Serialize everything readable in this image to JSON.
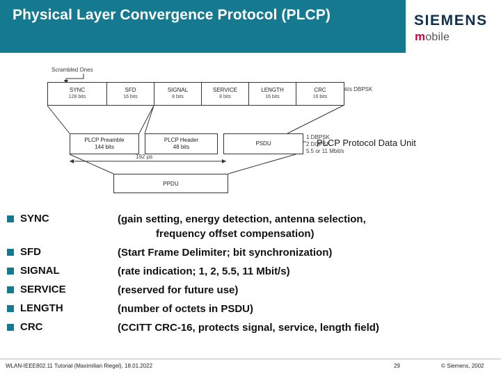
{
  "header": {
    "title": "Physical Layer Convergence Protocol (PLCP)",
    "brand": "SIEMENS",
    "brand_sub_first": "m",
    "brand_sub_rest": "obile",
    "band_color": "#15798f"
  },
  "diagram": {
    "scrambled_label": "Scrambled Ones",
    "rate_label_top": "1 Mbit/s DBPSK",
    "frame_fields": [
      {
        "name": "SYNC",
        "bits": "128 bits",
        "width": 85
      },
      {
        "name": "SFD",
        "bits": "16 bits",
        "width": 68
      },
      {
        "name": "SIGNAL",
        "bits": "8 bits",
        "width": 68
      },
      {
        "name": "SERVICE",
        "bits": "8 bits",
        "width": 68
      },
      {
        "name": "LENGTH",
        "bits": "16 bits",
        "width": 68
      },
      {
        "name": "CRC",
        "bits": "16 bits",
        "width": 68
      }
    ],
    "second_row": [
      {
        "name": "PLCP Preamble",
        "bits": "144 bits",
        "width": 100
      },
      {
        "name": "PLCP Header",
        "bits": "48 bits",
        "width": 105
      },
      {
        "name": "PSDU",
        "bits": "",
        "width": 115
      }
    ],
    "duration_label": "192 µs",
    "ppdu_label": "PPDU",
    "rate_label_bottom": "1 DBPSK\n2 DQPSK\n5.5 or 11 Mbit/s",
    "rate_lines": [
      "1 DBPSK",
      "2 DQPSK",
      "5.5 or 11 Mbit/s"
    ],
    "pdu_caption": "PLCP Protocol Data Unit"
  },
  "bullets": [
    {
      "term": "SYNC",
      "desc": "(gain setting, energy detection, antenna selection,",
      "desc_cont": "frequency offset compensation)"
    },
    {
      "term": "SFD",
      "desc": "(Start Frame Delimiter; bit synchronization)",
      "desc_cont": ""
    },
    {
      "term": "SIGNAL",
      "desc": "(rate indication; 1, 2, 5.5, 11 Mbit/s)",
      "desc_cont": ""
    },
    {
      "term": "SERVICE",
      "desc": "(reserved for future use)",
      "desc_cont": ""
    },
    {
      "term": "LENGTH",
      "desc": "(number of octets in PSDU)",
      "desc_cont": ""
    },
    {
      "term": "CRC",
      "desc": "(CCITT CRC-16, protects signal, service, length field)",
      "desc_cont": ""
    }
  ],
  "footer": {
    "left": "WLAN-IEEE802.11 Tutorial (Maximilian Riegel), 18.01.2022",
    "page": "29",
    "right": "© Siemens, 2002"
  }
}
